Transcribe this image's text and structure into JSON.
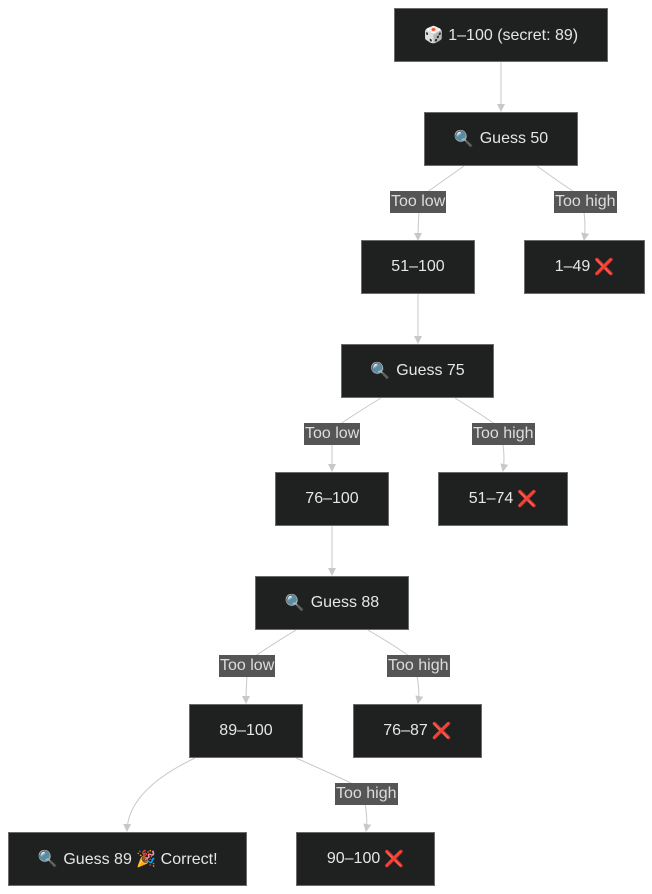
{
  "colors": {
    "node_fill": "#1f2020",
    "node_border": "#6b6b6b",
    "node_text": "#e6e6e6",
    "edge_stroke": "#c8c8c8",
    "label_fill": "#555555",
    "label_text": "#dddddd",
    "cross_mark": "#e8342a"
  },
  "nodes": {
    "root": {
      "label": "🎲 1–100 (secret: 89)"
    },
    "guess50": {
      "icon": "magnifier-icon",
      "glyph": "🔍",
      "label": "Guess 50"
    },
    "range51_100": {
      "label": "51–100"
    },
    "range1_49": {
      "label": "1–49",
      "mark": "❌",
      "mark_icon": "cross-mark-icon"
    },
    "guess75": {
      "icon": "magnifier-icon",
      "glyph": "🔍",
      "label": "Guess 75"
    },
    "range76_100": {
      "label": "76–100"
    },
    "range51_74": {
      "label": "51–74",
      "mark": "❌",
      "mark_icon": "cross-mark-icon"
    },
    "guess88": {
      "icon": "magnifier-icon",
      "glyph": "🔍",
      "label": "Guess 88"
    },
    "range89_100": {
      "label": "89–100"
    },
    "range76_87": {
      "label": "76–87",
      "mark": "❌",
      "mark_icon": "cross-mark-icon"
    },
    "guess89": {
      "icon": "magnifier-icon",
      "glyph": "🔍",
      "label": "Guess 89 🎉 Correct!"
    },
    "range90_100": {
      "label": "90–100",
      "mark": "❌",
      "mark_icon": "cross-mark-icon"
    }
  },
  "edge_labels": {
    "g50_low": "Too low",
    "g50_high": "Too high",
    "g75_low": "Too low",
    "g75_high": "Too high",
    "g88_low": "Too low",
    "g88_high": "Too high",
    "r89_high": "Too high"
  }
}
